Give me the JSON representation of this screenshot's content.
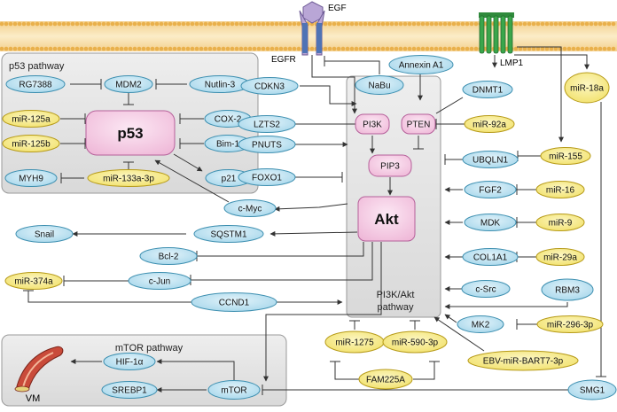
{
  "membrane_labels": {
    "egf": "EGF",
    "egfr": "EGFR",
    "lmp1": "LMP1"
  },
  "panels": {
    "p53": "p53  pathway",
    "pi3k": [
      "PI3K/Akt",
      "pathway"
    ],
    "mtor": "mTOR pathway"
  },
  "core": {
    "p53": "p53",
    "akt": "Akt",
    "pi3k": "PI3K",
    "pten": "PTEN",
    "pip3": "PIP3"
  },
  "p53_nodes": {
    "rg7388": "RG7388",
    "mdm2": "MDM2",
    "nutlin3": "Nutlin-3",
    "mir125a": "miR-125a",
    "mir125b": "miR-125b",
    "cox2": "COX-2",
    "bim1": "Bim-1",
    "myh9": "MYH9",
    "mir133a3p": "miR-133a-3p",
    "p21": "p21"
  },
  "left_inputs": {
    "cdkn3": "CDKN3",
    "nabu": "NaBu",
    "annexina1": "Annexin A1",
    "lzts2": "LZTS2",
    "pnuts": "PNUTS",
    "foxo1": "FOXO1",
    "mir92a": "miR-92a"
  },
  "right_nodes": {
    "dnmt1": "DNMT1",
    "mir18a": "miR-18a",
    "ubqln1": "UBQLN1",
    "mir155": "miR-155",
    "fgf2": "FGF2",
    "mir16": "miR-16",
    "mdk": "MDK",
    "mir9": "miR-9",
    "col1a1": "COL1A1",
    "mir29a": "miR-29a",
    "csrc": "c-Src",
    "rbm3": "RBM3",
    "mk2": "MK2",
    "mir2963p": "miR-296-3p",
    "mir1275": "miR-1275",
    "mir5903p": "miR-590-3p",
    "ebv": "EBV-miR-BART7-3p",
    "fam225a": "FAM225A",
    "smg1": "SMG1"
  },
  "downstream": {
    "cmyc": "c-Myc",
    "snail": "Snail",
    "sqstm1": "SQSTM1",
    "bcl2": "Bcl-2",
    "mir374a": "miR-374a",
    "cjun": "c-Jun",
    "ccnd1": "CCND1"
  },
  "mtor_nodes": {
    "hif1a": "HIF-1α",
    "mtor": "mTOR",
    "srebp1": "SREBP1",
    "vm": "VM"
  },
  "colors": {
    "blue_node": "#a9d9ec",
    "blue_stroke": "#3d8fb0",
    "yellow_node": "#f6ea7c",
    "yellow_stroke": "#b69a18",
    "pink_node": "#f3c4e0",
    "pink_stroke": "#b5609a",
    "panel": "#e4e4e4"
  }
}
